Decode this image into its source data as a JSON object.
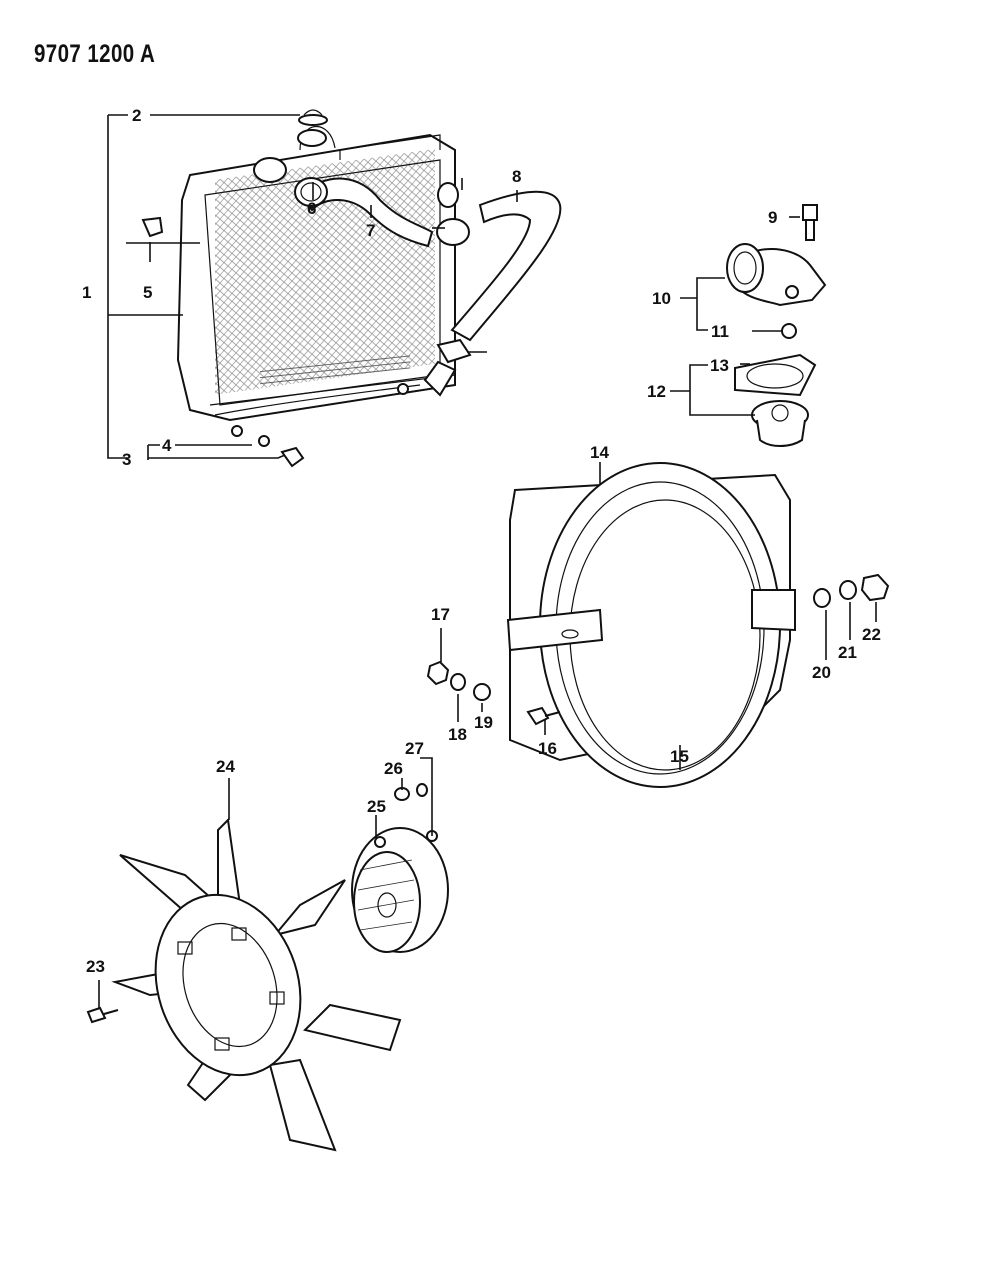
{
  "document_id": "9707 1200 A",
  "callouts": [
    "1",
    "2",
    "3",
    "4",
    "5",
    "6",
    "7",
    "8",
    "9",
    "10",
    "11",
    "12",
    "13",
    "14",
    "15",
    "16",
    "17",
    "18",
    "19",
    "20",
    "21",
    "22",
    "23",
    "24",
    "25",
    "26",
    "27"
  ]
}
